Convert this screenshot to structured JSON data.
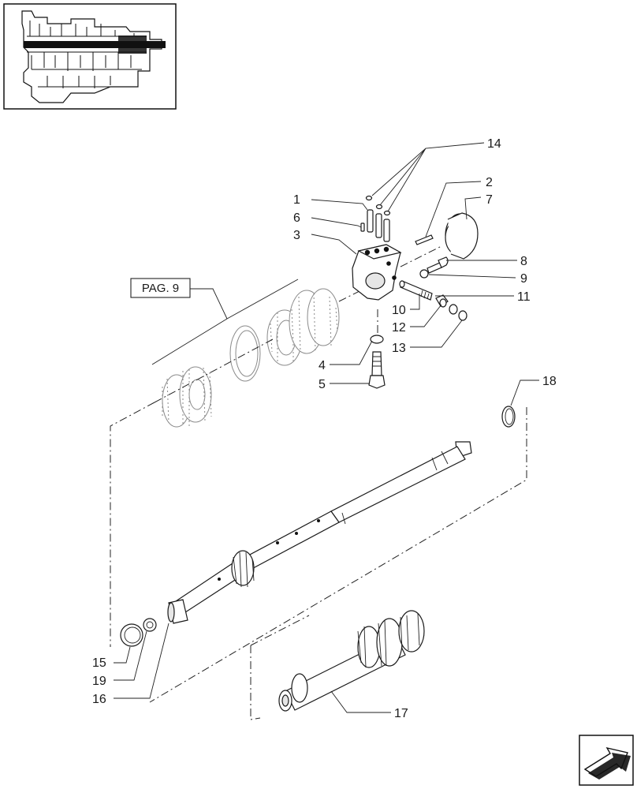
{
  "reference": {
    "label": "PAG. 9"
  },
  "callouts": [
    {
      "id": "1",
      "text": "1"
    },
    {
      "id": "2",
      "text": "2"
    },
    {
      "id": "3",
      "text": "3"
    },
    {
      "id": "4",
      "text": "4"
    },
    {
      "id": "5",
      "text": "5"
    },
    {
      "id": "6",
      "text": "6"
    },
    {
      "id": "7",
      "text": "7"
    },
    {
      "id": "8",
      "text": "8"
    },
    {
      "id": "9",
      "text": "9"
    },
    {
      "id": "10",
      "text": "10"
    },
    {
      "id": "11",
      "text": "11"
    },
    {
      "id": "12",
      "text": "12"
    },
    {
      "id": "13",
      "text": "13"
    },
    {
      "id": "14",
      "text": "14"
    },
    {
      "id": "15",
      "text": "15"
    },
    {
      "id": "16",
      "text": "16"
    },
    {
      "id": "17",
      "text": "17"
    },
    {
      "id": "18",
      "text": "18"
    },
    {
      "id": "19",
      "text": "19"
    }
  ],
  "icons": {
    "thumbnail": "transmission-section-thumbnail-icon",
    "navigation": "next-page-arrow-icon"
  }
}
